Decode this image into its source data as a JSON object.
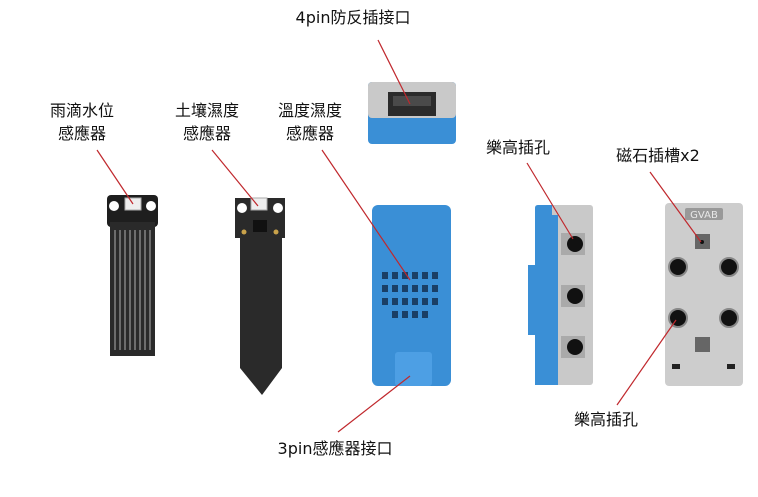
{
  "labels": {
    "top_connector": "4pin防反插接口",
    "rain_sensor": [
      "雨滴水位",
      "感應器"
    ],
    "soil_sensor": [
      "土壤濕度",
      "感應器"
    ],
    "temp_humidity_sensor": [
      "溫度濕度",
      "感應器"
    ],
    "lego_hole_side": "樂高插孔",
    "magnet_slot": "磁石插槽x2",
    "lego_hole_back": "樂高插孔",
    "bottom_connector": "3pin感應器接口"
  },
  "module_marking": "GVAB",
  "colors": {
    "leader_line": "#c0282d",
    "module_blue": "#3a8fd6",
    "module_gray": "#c9c9c9",
    "pcb_black": "#1e1e1e"
  }
}
